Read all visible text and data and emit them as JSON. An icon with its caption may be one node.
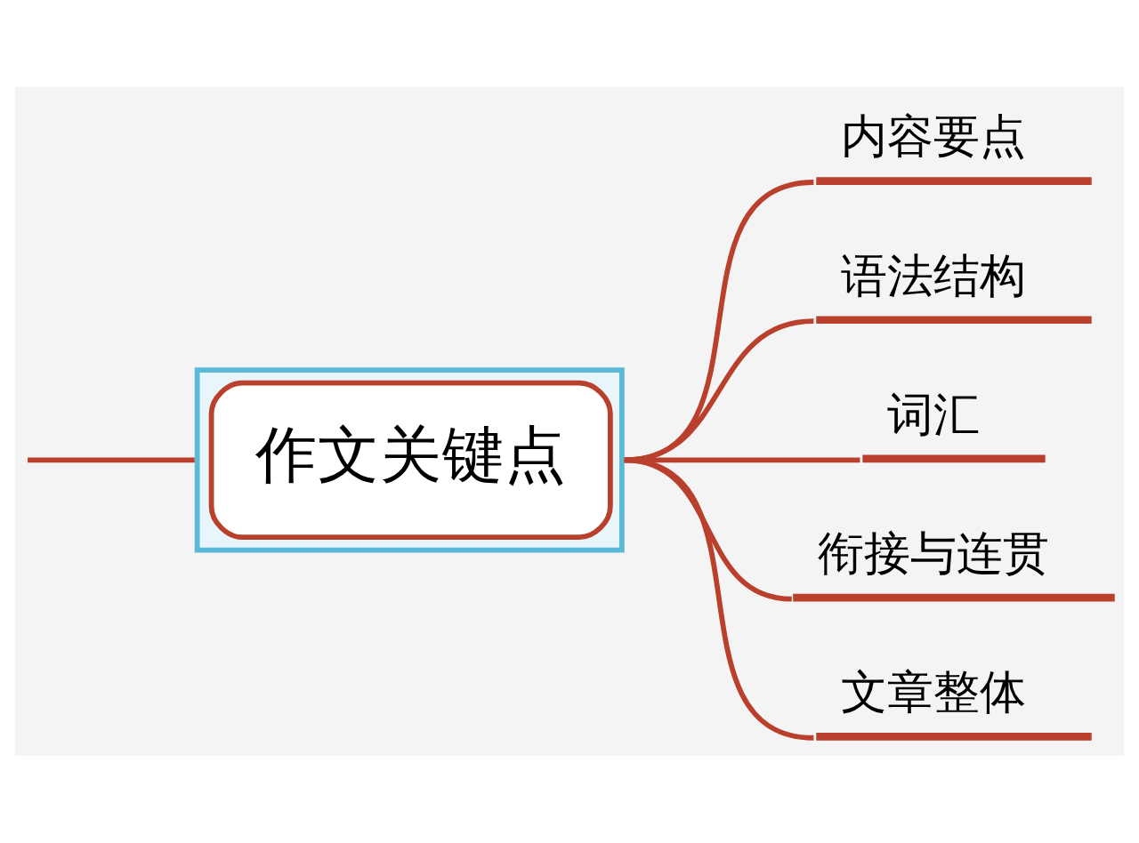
{
  "diagram": {
    "nodes": [
      {
        "text": [
          "作文关键点"
        ]
      },
      {
        "text": [
          "内容要点"
        ]
      },
      {
        "text": [
          "语法结构"
        ]
      },
      {
        "text": [
          "词汇"
        ]
      },
      {
        "text": [
          "衔接与连贯"
        ]
      },
      {
        "text": [
          "文章整体"
        ]
      }
    ],
    "edges": [
      {
        "from": null,
        "to": 0,
        "arrow": "none"
      },
      {
        "from": 0,
        "to": 1,
        "arrow": "none"
      },
      {
        "from": 0,
        "to": 2,
        "arrow": "none"
      },
      {
        "from": 0,
        "to": 3,
        "arrow": "none"
      },
      {
        "from": 0,
        "to": 4,
        "arrow": "none"
      },
      {
        "from": 0,
        "to": 5,
        "arrow": "none"
      }
    ]
  }
}
